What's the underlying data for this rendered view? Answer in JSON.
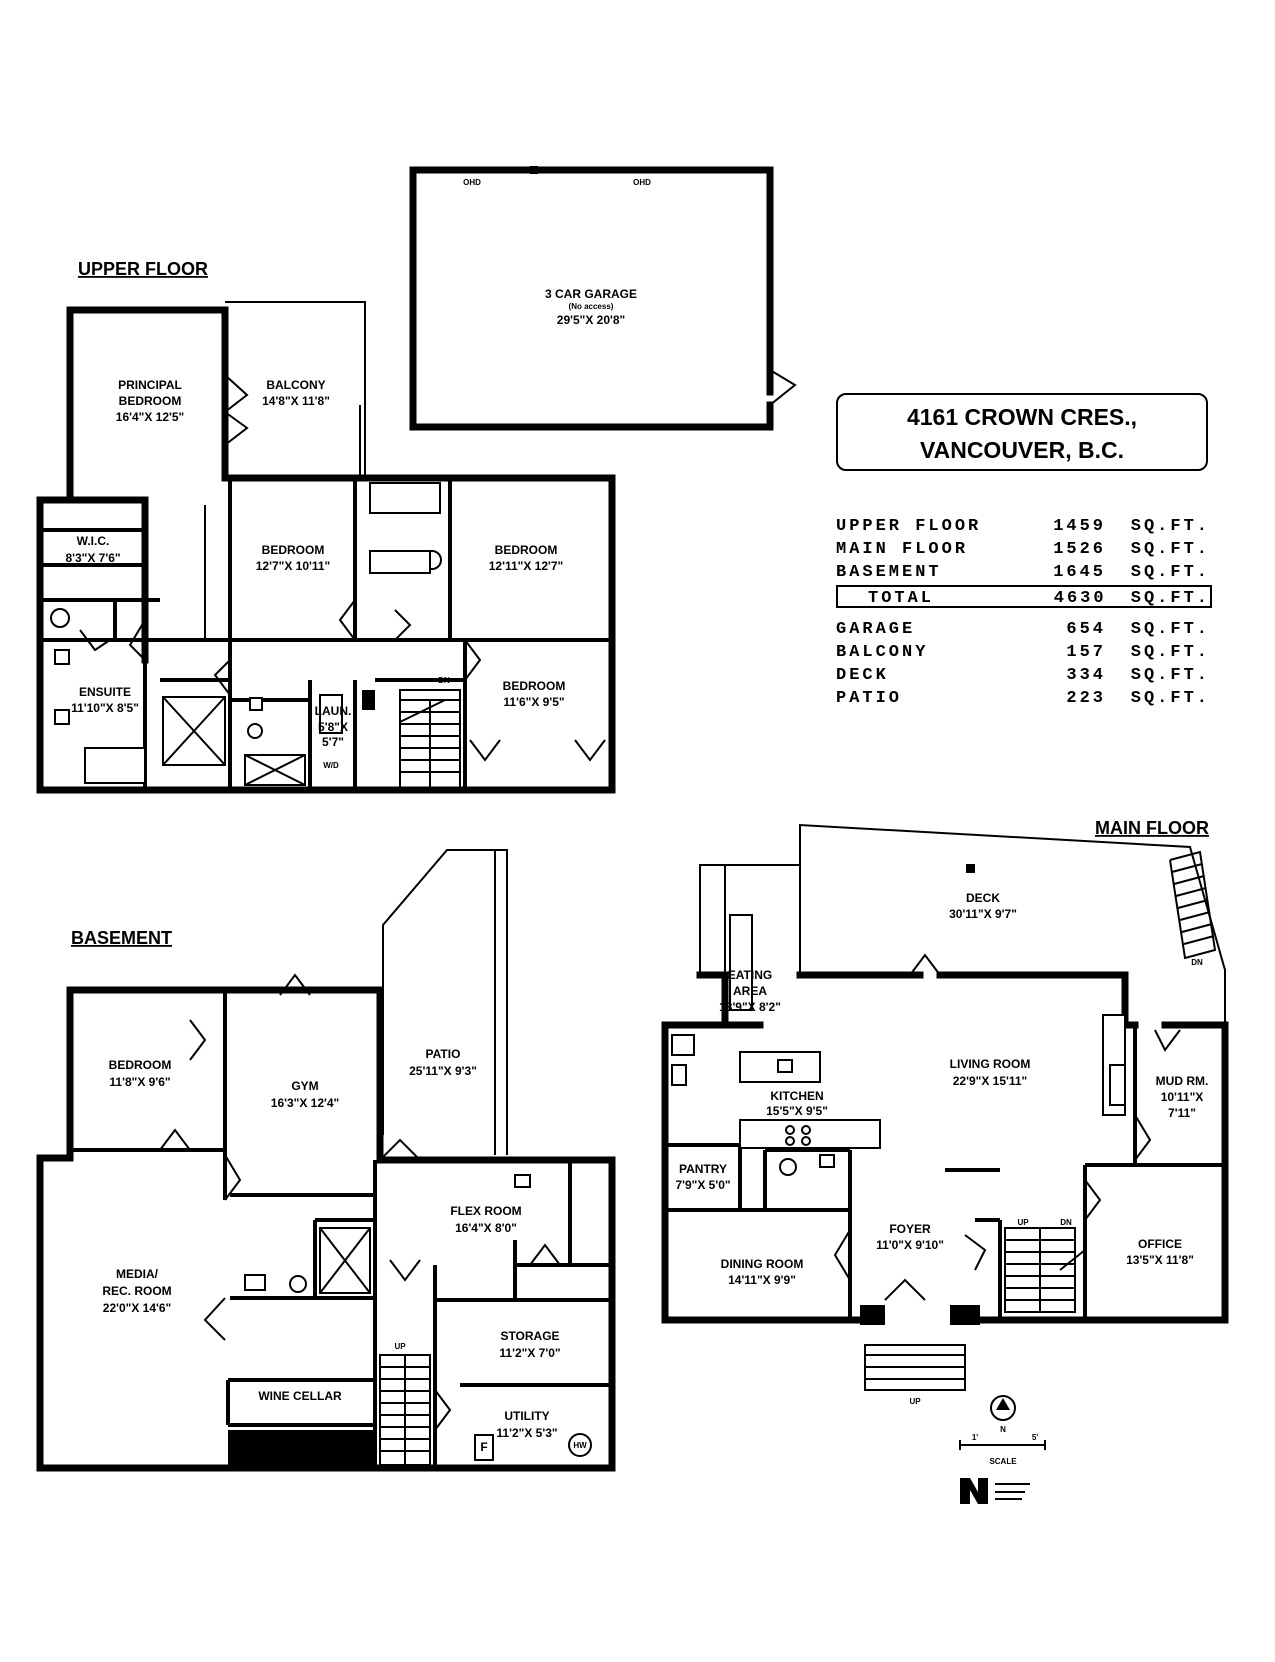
{
  "address": {
    "line1": "4161 CROWN CRES.,",
    "line2": "VANCOUVER, B.C."
  },
  "area_summary": [
    {
      "name": "UPPER FLOOR",
      "value": "1459",
      "unit": "SQ.FT."
    },
    {
      "name": "MAIN FLOOR",
      "value": "1526",
      "unit": "SQ.FT."
    },
    {
      "name": "BASEMENT",
      "value": "1645",
      "unit": "SQ.FT."
    }
  ],
  "total": {
    "name": "TOTAL",
    "value": "4630",
    "unit": "SQ.FT."
  },
  "extra_areas": [
    {
      "name": "GARAGE",
      "value": "654",
      "unit": "SQ.FT."
    },
    {
      "name": "BALCONY",
      "value": "157",
      "unit": "SQ.FT."
    },
    {
      "name": "DECK",
      "value": "334",
      "unit": "SQ.FT."
    },
    {
      "name": "PATIO",
      "value": "223",
      "unit": "SQ.FT."
    }
  ],
  "floors": {
    "upper": "UPPER FLOOR",
    "main": "MAIN FLOOR",
    "basement": "BASEMENT"
  },
  "garage": {
    "name": "3 CAR GARAGE",
    "note": "(No access)",
    "dims": "29'5\"X 20'8\"",
    "ohd": "OHD"
  },
  "upper_rooms": {
    "principal": {
      "name1": "PRINCIPAL",
      "name2": "BEDROOM",
      "dims": "16'4\"X 12'5\""
    },
    "balcony": {
      "name": "BALCONY",
      "dims": "14'8\"X 11'8\""
    },
    "wic": {
      "name": "W.I.C.",
      "dims": "8'3\"X 7'6\""
    },
    "bedroom_a": {
      "name": "BEDROOM",
      "dims": "12'7\"X 10'11\""
    },
    "bedroom_b": {
      "name": "BEDROOM",
      "dims": "12'11\"X 12'7\""
    },
    "bedroom_c": {
      "name": "BEDROOM",
      "dims": "11'6\"X 9'5\""
    },
    "ensuite": {
      "name": "ENSUITE",
      "dims": "11'10\"X 8'5\""
    },
    "laun": {
      "name": "LAUN.",
      "dims1": "5'8\"X",
      "dims2": "5'7\"",
      "wd": "W/D"
    },
    "dn": "DN"
  },
  "main_rooms": {
    "deck": {
      "name": "DECK",
      "dims": "30'11\"X 9'7\""
    },
    "eating": {
      "name1": "EATING",
      "name2": "AREA",
      "dims": "13'9\"X 8'2\""
    },
    "living": {
      "name": "LIVING ROOM",
      "dims": "22'9\"X 15'11\""
    },
    "kitchen": {
      "name": "KITCHEN",
      "dims": "15'5\"X 9'5\""
    },
    "mud": {
      "name": "MUD RM.",
      "dims1": "10'11\"X",
      "dims2": "7'11\""
    },
    "pantry": {
      "name": "PANTRY",
      "dims": "7'9\"X 5'0\""
    },
    "foyer": {
      "name": "FOYER",
      "dims": "11'0\"X 9'10\""
    },
    "dining": {
      "name": "DINING ROOM",
      "dims": "14'11\"X 9'9\""
    },
    "office": {
      "name": "OFFICE",
      "dims": "13'5\"X 11'8\""
    },
    "up": "UP",
    "dn": "DN"
  },
  "basement_rooms": {
    "bedroom": {
      "name": "BEDROOM",
      "dims": "11'8\"X 9'6\""
    },
    "gym": {
      "name": "GYM",
      "dims": "16'3\"X 12'4\""
    },
    "patio": {
      "name": "PATIO",
      "dims": "25'11\"X 9'3\""
    },
    "media": {
      "name1": "MEDIA/",
      "name2": "REC. ROOM",
      "dims": "22'0\"X 14'6\""
    },
    "flex": {
      "name": "FLEX ROOM",
      "dims": "16'4\"X 8'0\""
    },
    "storage": {
      "name": "STORAGE",
      "dims": "11'2\"X 7'0\""
    },
    "wine": {
      "name": "WINE CELLAR"
    },
    "utility": {
      "name": "UTILITY",
      "dims": "11'2\"X 5'3\"",
      "f": "F",
      "hw": "HW"
    },
    "up": "UP"
  },
  "legend": {
    "north": "N",
    "scale": "SCALE",
    "s1": "1'",
    "s2": "5'"
  }
}
